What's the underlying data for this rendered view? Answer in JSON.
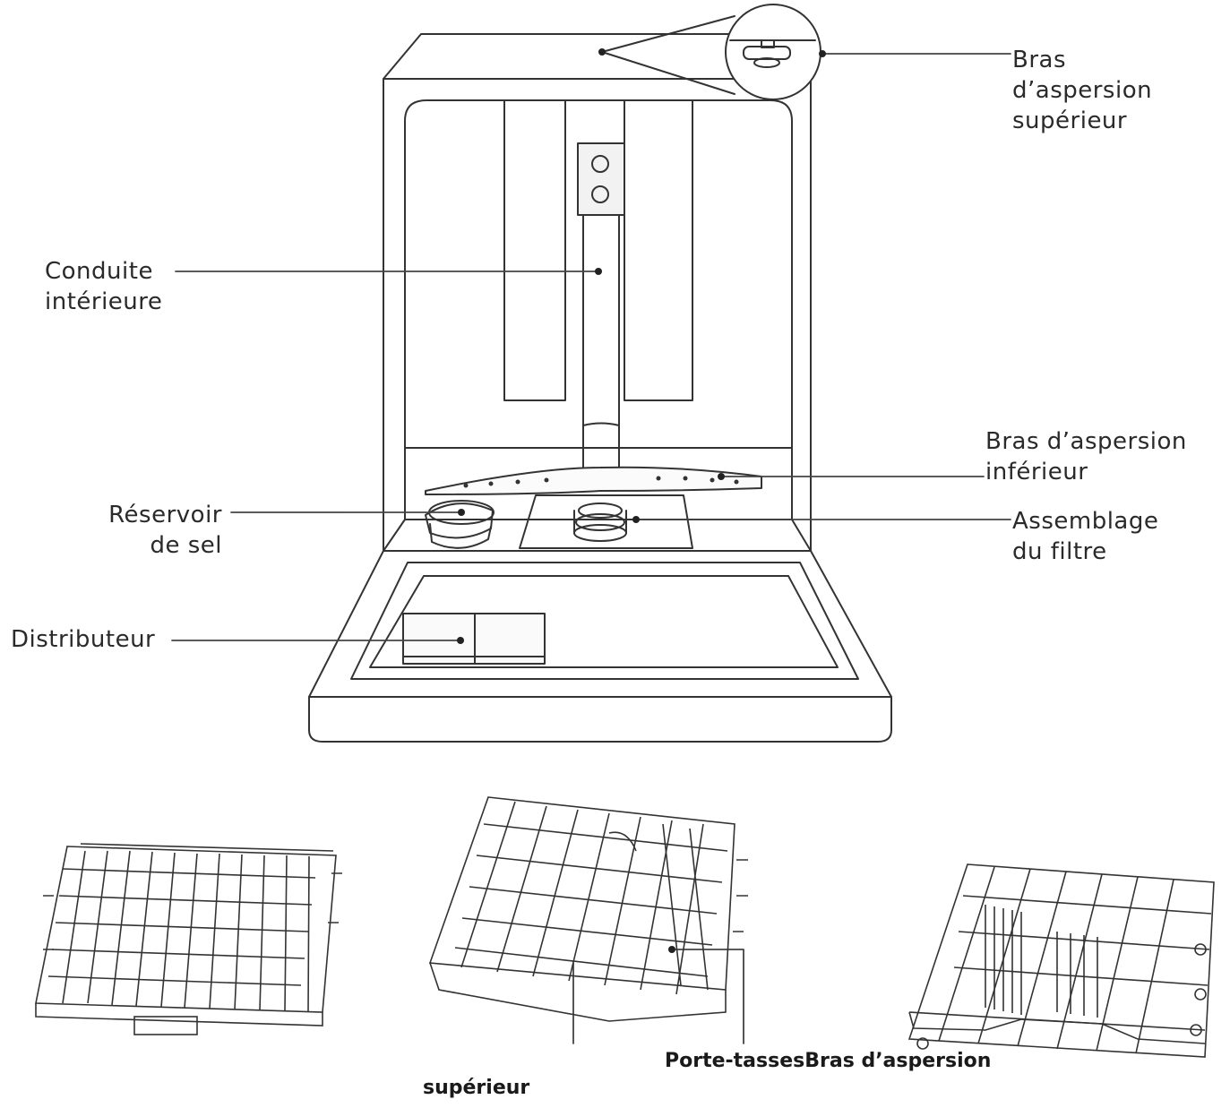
{
  "labels": {
    "bras_superieur": "Bras\nd’aspersion\nsupérieur",
    "conduite": "Conduite\nintérieure",
    "bras_inferieur": "Bras d’aspersion\ninférieur",
    "reservoir": "Réservoir\nde sel",
    "assemblage": "Assemblage\ndu filtre",
    "distributeur": "Distributeur"
  },
  "captions": {
    "superieur": "supérieur",
    "porte_tasses_bras": "Porte-tassesBras d’aspersion"
  }
}
